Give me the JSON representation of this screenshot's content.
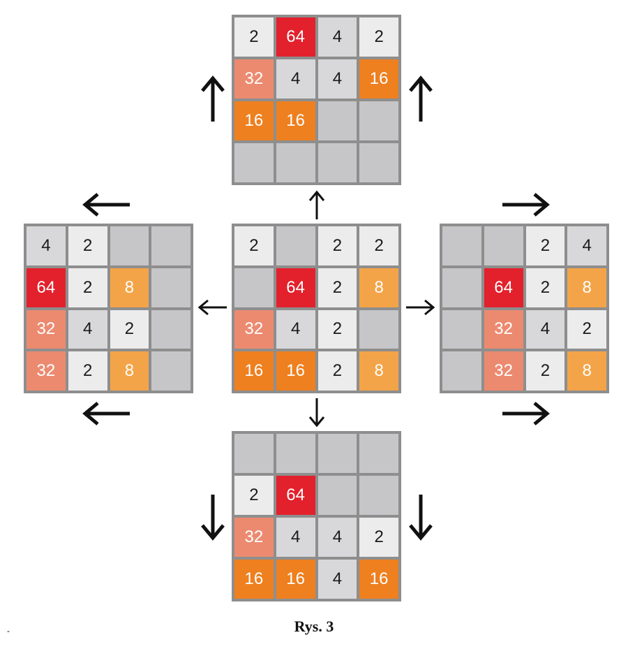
{
  "colors": {
    "empty": "#c6c6c8",
    "tile_2": "#ececec",
    "tile_4": "#d8d8da",
    "tile_8": "#f4a448",
    "tile_16": "#ee8020",
    "tile_32": "#ec8a70",
    "tile_64": "#e2212c",
    "grid_line": "#8e8e8e",
    "arrow": "#111111"
  },
  "boards": {
    "center": [
      [
        "2",
        "",
        "2",
        "2"
      ],
      [
        "",
        "64",
        "2",
        "8"
      ],
      [
        "32",
        "4",
        "2",
        ""
      ],
      [
        "16",
        "16",
        "2",
        "8"
      ]
    ],
    "up": [
      [
        "2",
        "64",
        "4",
        "2"
      ],
      [
        "32",
        "4",
        "4",
        "16"
      ],
      [
        "16",
        "16",
        "",
        ""
      ],
      [
        "",
        "",
        "",
        ""
      ]
    ],
    "left": [
      [
        "4",
        "2",
        "",
        ""
      ],
      [
        "64",
        "2",
        "8",
        ""
      ],
      [
        "32",
        "4",
        "2",
        ""
      ],
      [
        "32",
        "2",
        "8",
        ""
      ]
    ],
    "right": [
      [
        "",
        "",
        "2",
        "4"
      ],
      [
        "",
        "64",
        "2",
        "8"
      ],
      [
        "",
        "32",
        "4",
        "2"
      ],
      [
        "",
        "32",
        "2",
        "8"
      ]
    ],
    "down": [
      [
        "",
        "",
        "",
        ""
      ],
      [
        "2",
        "64",
        "",
        ""
      ],
      [
        "32",
        "4",
        "4",
        "2"
      ],
      [
        "16",
        "16",
        "4",
        "16"
      ]
    ]
  },
  "arrows": {
    "small": [
      "up",
      "left",
      "right",
      "down"
    ],
    "big": [
      "up",
      "up",
      "left",
      "left",
      "right",
      "right",
      "down",
      "down"
    ]
  },
  "caption": "Rys. 3",
  "dash": "-"
}
